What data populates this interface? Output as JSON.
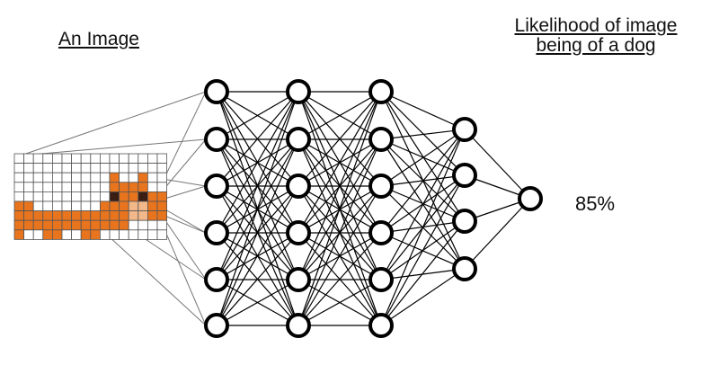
{
  "labels": {
    "input": "An Image",
    "output_line1": "Likelihood of image",
    "output_line2": "being of a dog",
    "result": "85%"
  },
  "network": {
    "layers": [
      6,
      6,
      6,
      4,
      1
    ]
  },
  "pixel_image": {
    "cols": 16,
    "rows": 9,
    "palette": {
      "o": "#e8741e",
      "l": "#f2b88a",
      "d": "#3a1e14",
      "w": "#ffffff"
    },
    "grid": [
      "wwwwwwwwwwwwwwww",
      "wwwwwwwwwwwwwwww",
      "wwwwwwwwwwowwoww",
      "wwwwwwwwwwooooww",
      "wwwwwwwwwwdoodoo",
      "oowwwwwwwooolloo",
      "oooooooooooolloo",
      "oooooooooooowwww",
      "owwoowwoowwwwwww"
    ],
    "colors": {
      "grid_line": "#555555",
      "node_stroke": "#000000",
      "edge": "#000000",
      "fan_line": "#777777"
    }
  }
}
